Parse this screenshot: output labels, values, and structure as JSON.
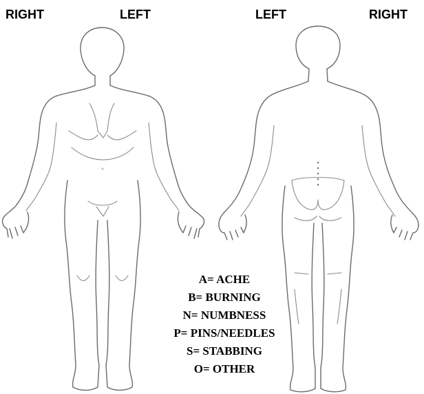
{
  "labels": {
    "front_right": "RIGHT",
    "front_left": "LEFT",
    "back_left": "LEFT",
    "back_right": "RIGHT"
  },
  "legend": {
    "items": [
      "A= ACHE",
      "B= BURNING",
      "N= NUMBNESS",
      "P= PINS/NEEDLES",
      "S= STABBING",
      "O= OTHER"
    ]
  }
}
